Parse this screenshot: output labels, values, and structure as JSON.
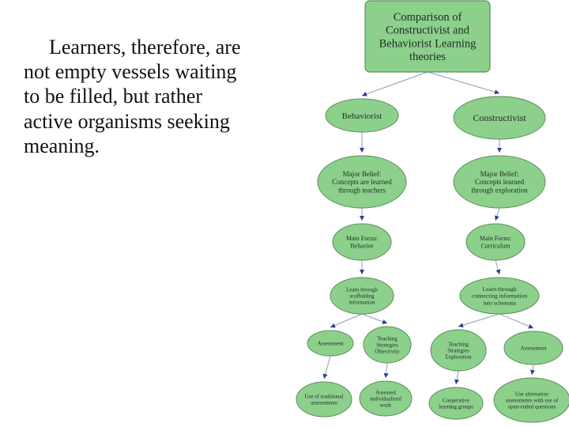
{
  "quote": {
    "lines": [
      "Learners, therefore, are",
      "not empty vessels waiting",
      "to be filled, but rather",
      "active organisms seeking",
      "meaning."
    ]
  },
  "diagram": {
    "fill_color": "#8cd08c",
    "stroke_color": "#5a8f5a",
    "connector_color": "#8a9fb8",
    "arrow_color": "#2a3f8a",
    "title": [
      "Comparison of",
      "Constructivist and",
      "Behaviorist Learning",
      "theories"
    ],
    "behaviorist": "Behaviorist",
    "constructivist": "Constructivist",
    "b_belief": [
      "Major Belief:",
      "Concepts are learned",
      "through teachers"
    ],
    "c_belief": [
      "Major Belief:",
      "Concepts learned",
      "through exploration"
    ],
    "b_focus": [
      "Main Focus:",
      "Behavior"
    ],
    "c_focus": [
      "Main Focus:",
      "Curriculum"
    ],
    "b_learn": [
      "Learn through",
      "scaffolding",
      "information"
    ],
    "c_learn": [
      "Learn through",
      "connecting information",
      "into schemata"
    ],
    "b_assessment": [
      "Assessment"
    ],
    "b_teaching": [
      "Teaching",
      "Strategies",
      "Objectivity"
    ],
    "c_teaching": [
      "Teaching",
      "Strategies",
      "Exploration"
    ],
    "c_assessment": [
      "Assessment"
    ],
    "b_traditional": [
      "Use of traditional",
      "assessments"
    ],
    "b_individual": [
      "Assessed",
      "individualized",
      "work"
    ],
    "c_cooperative": [
      "Cooperative",
      "learning groups"
    ],
    "c_alternative": [
      "Use alternative",
      "assessments with use of",
      "open-ended questions"
    ]
  }
}
